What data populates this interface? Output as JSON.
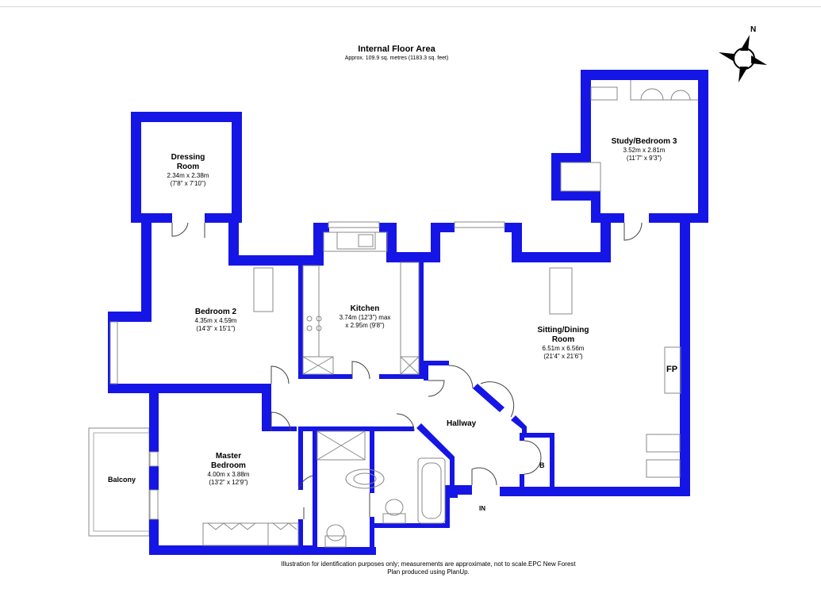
{
  "header": {
    "title": "Internal Floor Area",
    "subtitle": "Approx. 109.9 sq. metres (1183.3 sq. feet)"
  },
  "compass": {
    "label": "N"
  },
  "rooms": {
    "dressing": {
      "name": "Dressing\nRoom",
      "metric": "2.34m x 2.38m",
      "imperial": "(7'8\" x 7'10\")"
    },
    "bedroom2": {
      "name": "Bedroom 2",
      "metric": "4.35m x 4.59m",
      "imperial": "(14'3\" x 15'1\")"
    },
    "kitchen": {
      "name": "Kitchen",
      "metric": "3.74m (12'3\") max",
      "imperial": "x 2.95m (9'8\")"
    },
    "sitting": {
      "name": "Sitting/Dining\nRoom",
      "metric": "6.51m x 6.56m",
      "imperial": "(21'4\" x 21'6\")"
    },
    "study": {
      "name": "Study/Bedroom 3",
      "metric": "3.52m x 2.81m",
      "imperial": "(11'7\" x 9'3\")"
    },
    "master": {
      "name": "Master\nBedroom",
      "metric": "4.00m x 3.88m",
      "imperial": "(13'2\" x 12'9\")"
    }
  },
  "labels": {
    "hallway": "Hallway",
    "balcony": "Balcony",
    "fireplace": "FP",
    "boiler": "B",
    "entrance": "IN"
  },
  "footer": {
    "line1": "Illustration for identification purposes only; measurements are approximate, not to scale.EPC New Forest",
    "line2": "Plan produced using PlanUp."
  },
  "colors": {
    "wall": "#1515e6",
    "fixture": "#888888"
  }
}
